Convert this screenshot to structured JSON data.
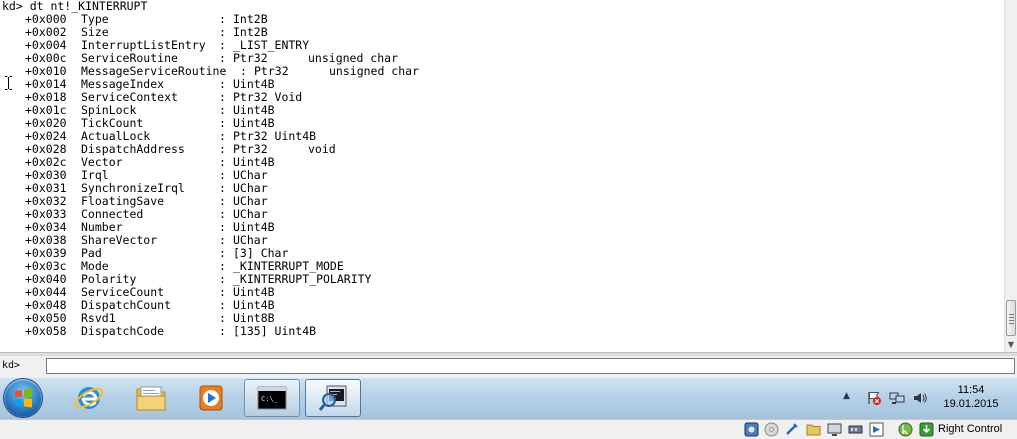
{
  "output": {
    "command": "kd> dt nt!_KINTERRUPT",
    "rows": [
      {
        "offset": "+0x000",
        "name": "Type",
        "type": "Int2B",
        "extra": ""
      },
      {
        "offset": "+0x002",
        "name": "Size",
        "type": "Int2B",
        "extra": ""
      },
      {
        "offset": "+0x004",
        "name": "InterruptListEntry",
        "type": "_LIST_ENTRY",
        "extra": ""
      },
      {
        "offset": "+0x00c",
        "name": "ServiceRoutine",
        "type": "Ptr32",
        "extra": "unsigned char"
      },
      {
        "offset": "+0x010",
        "name": "MessageServiceRoutine",
        "type": "Ptr32",
        "extra": "unsigned char"
      },
      {
        "offset": "+0x014",
        "name": "MessageIndex",
        "type": "Uint4B",
        "extra": ""
      },
      {
        "offset": "+0x018",
        "name": "ServiceContext",
        "type": "Ptr32 Void",
        "extra": ""
      },
      {
        "offset": "+0x01c",
        "name": "SpinLock",
        "type": "Uint4B",
        "extra": ""
      },
      {
        "offset": "+0x020",
        "name": "TickCount",
        "type": "Uint4B",
        "extra": ""
      },
      {
        "offset": "+0x024",
        "name": "ActualLock",
        "type": "Ptr32 Uint4B",
        "extra": ""
      },
      {
        "offset": "+0x028",
        "name": "DispatchAddress",
        "type": "Ptr32",
        "extra": "void"
      },
      {
        "offset": "+0x02c",
        "name": "Vector",
        "type": "Uint4B",
        "extra": ""
      },
      {
        "offset": "+0x030",
        "name": "Irql",
        "type": "UChar",
        "extra": ""
      },
      {
        "offset": "+0x031",
        "name": "SynchronizeIrql",
        "type": "UChar",
        "extra": ""
      },
      {
        "offset": "+0x032",
        "name": "FloatingSave",
        "type": "UChar",
        "extra": ""
      },
      {
        "offset": "+0x033",
        "name": "Connected",
        "type": "UChar",
        "extra": ""
      },
      {
        "offset": "+0x034",
        "name": "Number",
        "type": "Uint4B",
        "extra": ""
      },
      {
        "offset": "+0x038",
        "name": "ShareVector",
        "type": "UChar",
        "extra": ""
      },
      {
        "offset": "+0x039",
        "name": "Pad",
        "type": "[3] Char",
        "extra": ""
      },
      {
        "offset": "+0x03c",
        "name": "Mode",
        "type": "_KINTERRUPT_MODE",
        "extra": ""
      },
      {
        "offset": "+0x040",
        "name": "Polarity",
        "type": "_KINTERRUPT_POLARITY",
        "extra": ""
      },
      {
        "offset": "+0x044",
        "name": "ServiceCount",
        "type": "Uint4B",
        "extra": ""
      },
      {
        "offset": "+0x048",
        "name": "DispatchCount",
        "type": "Uint4B",
        "extra": ""
      },
      {
        "offset": "+0x050",
        "name": "Rsvd1",
        "type": "Uint8B",
        "extra": ""
      },
      {
        "offset": "+0x058",
        "name": "DispatchCode",
        "type": "[135] Uint4B",
        "extra": ""
      }
    ]
  },
  "command_bar": {
    "prompt": "kd>",
    "input_value": ""
  },
  "taskbar": {
    "start_icon": "windows-orb-icon",
    "pinned": [
      {
        "id": "ie",
        "icon": "internet-explorer-icon"
      },
      {
        "id": "explorer",
        "icon": "folder-icon"
      },
      {
        "id": "media",
        "icon": "media-player-icon"
      },
      {
        "id": "cmd",
        "icon": "command-prompt-icon"
      },
      {
        "id": "windbg",
        "icon": "windbg-icon"
      }
    ],
    "tray": {
      "chevron": "▲",
      "icons": [
        "action-center-icon",
        "network-icon",
        "volume-icon"
      ],
      "time": "11:54",
      "date": "19.01.2015"
    }
  },
  "vm_status": {
    "icons": [
      "hard-disk-icon",
      "optical-drive-icon",
      "usb-icon",
      "shared-folder-icon",
      "display-icon",
      "network-adapter-icon",
      "video-capture-icon",
      "mouse-integration-icon",
      "keyboard-capture-icon"
    ],
    "host_key": "Right Control"
  },
  "colors": {
    "text": "#000000",
    "taskbar": "#b7d2e7",
    "status_bar": "#f0f0f0"
  }
}
